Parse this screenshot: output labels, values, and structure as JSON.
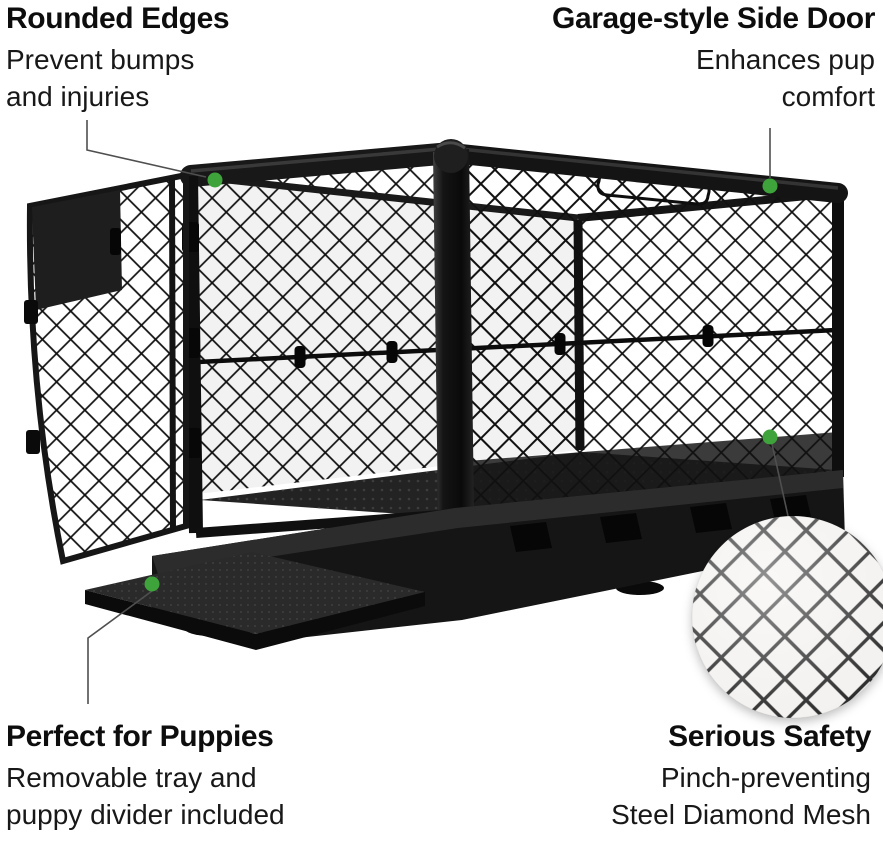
{
  "colors": {
    "background": "#ffffff",
    "accent_green": "#3fa33c",
    "text": "#0d0d0d",
    "crate_black": "#161616"
  },
  "callouts": {
    "rounded_edges": {
      "title": "Rounded Edges",
      "body": "Prevent bumps\nand injuries"
    },
    "garage_door": {
      "title": "Garage-style Side Door",
      "body": "Enhances pup\ncomfort"
    },
    "puppies": {
      "title": "Perfect for Puppies",
      "body": "Removable tray and\npuppy divider included"
    },
    "safety": {
      "title": "Serious Safety",
      "body": "Pinch-preventing\nSteel Diamond Mesh"
    }
  },
  "illustration": {
    "subject": "collapsible black dog crate with diamond steel mesh, open garage-style side door, slide-out tray",
    "inset": "close-up circle of steel diamond mesh"
  }
}
